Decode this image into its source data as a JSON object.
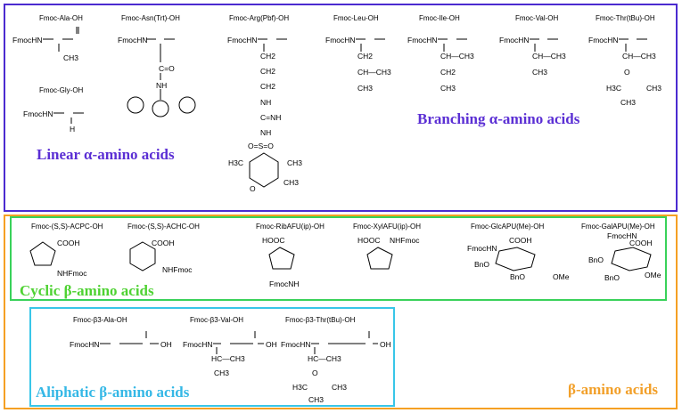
{
  "colors": {
    "alpha_border": "#4b2bd0",
    "beta_border": "#f5a023",
    "cyclic_border": "#39d25a",
    "aliphatic_border": "#38c6e8",
    "alpha_text": "#5b2fd4",
    "cyclic_text": "#4fd233",
    "aliphatic_text": "#35b8e6",
    "beta_text": "#f2a02a"
  },
  "groups": {
    "linear": "Linear α-amino acids",
    "branching": "Branching α-amino acids",
    "cyclic": "Cyclic β-amino acids",
    "aliphatic": "Aliphatic β-amino acids",
    "beta": "β-amino acids"
  },
  "compounds": {
    "ala": {
      "name": "Fmoc-Ala-OH",
      "n": "FmocHN",
      "side": "CH3"
    },
    "asn": {
      "name": "Fmoc-Asn(Trt)-OH",
      "n": "FmocHN",
      "co": "C=O",
      "nh": "NH"
    },
    "arg": {
      "name": "Fmoc-Arg(Pbf)-OH",
      "n": "FmocHN",
      "ch2a": "CH2",
      "ch2b": "CH2",
      "ch2c": "CH2",
      "nh1": "NH",
      "c_nh": "C=NH",
      "nh2": "NH",
      "so2": "O=S=O",
      "ch3": "H3C",
      "ch3b": "CH3",
      "ch3c": "CH3",
      "o": "O"
    },
    "leu": {
      "name": "Fmoc-Leu-OH",
      "n": "FmocHN",
      "ch2": "CH2",
      "ch": "CH—CH3",
      "ch3": "CH3"
    },
    "ile": {
      "name": "Fmoc-Ile-OH",
      "n": "FmocHN",
      "ch": "CH—CH3",
      "ch2": "CH2",
      "ch3": "CH3"
    },
    "val": {
      "name": "Fmoc-Val-OH",
      "n": "FmocHN",
      "ch": "CH—CH3",
      "ch3": "CH3"
    },
    "thr": {
      "name": "Fmoc-Thr(tBu)-OH",
      "n": "FmocHN",
      "ch": "CH—CH3",
      "o": "O",
      "h3c": "H3C",
      "ch3a": "CH3",
      "ch3b": "CH3"
    },
    "gly": {
      "name": "Fmoc-Gly-OH",
      "n": "FmocHN",
      "h": "H"
    },
    "acpc": {
      "name": "Fmoc-(S,S)-ACPC-OH",
      "cooh": "COOH",
      "nh": "NHFmoc"
    },
    "achc": {
      "name": "Fmoc-(S,S)-ACHC-OH",
      "cooh": "COOH",
      "nh": "NHFmoc"
    },
    "ribafu": {
      "name": "Fmoc-RibAFU(ip)-OH",
      "hooc": "HOOC",
      "nh": "FmocNH"
    },
    "xylafu": {
      "name": "Fmoc-XylAFU(ip)-OH",
      "hooc": "HOOC",
      "nh": "NHFmoc"
    },
    "glcapu": {
      "name": "Fmoc-GlcAPU(Me)-OH",
      "cooh": "COOH",
      "nh": "FmocHN",
      "bno1": "BnO",
      "bno2": "BnO",
      "ome": "OMe"
    },
    "galapu": {
      "name": "Fmoc-GalAPU(Me)-OH",
      "nh": "FmocHN",
      "cooh": "COOH",
      "bno1": "BnO",
      "bno2": "BnO",
      "ome": "OMe"
    },
    "b3ala": {
      "name": "Fmoc-β3-Ala-OH",
      "n": "FmocHN",
      "end": "OH"
    },
    "b3val": {
      "name": "Fmoc-β3-Val-OH",
      "n": "FmocHN",
      "hc": "HC—CH3",
      "ch3": "CH3",
      "end": "OH"
    },
    "b3thr": {
      "name": "Fmoc-β3-Thr(tBu)-OH",
      "n": "FmocHN",
      "hc": "HC—CH3",
      "o": "O",
      "h3c": "H3C",
      "ch3a": "CH3",
      "ch3b": "CH3",
      "end": "OH"
    }
  }
}
